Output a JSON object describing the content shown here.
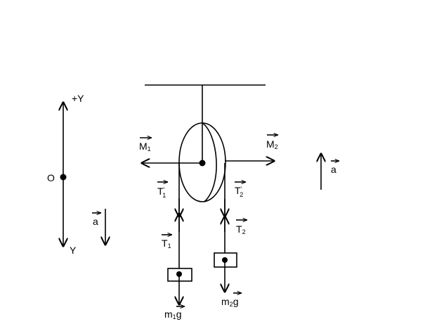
{
  "labels": {
    "plus_y": "+Y",
    "origin": "O",
    "y_axis": "Y",
    "accel": "a",
    "m1_force": "M",
    "m1_sub": "1",
    "m2_force": "M",
    "m2_sub": "2",
    "t1_prime": "T",
    "t1_prime_mark": "'",
    "t1_prime_sub": "1",
    "t2_prime": "T",
    "t2_prime_mark": "'",
    "t2_prime_sub": "2",
    "t1": "T",
    "t1_sub": "1",
    "t2": "T",
    "t2_sub": "2",
    "m1g_m": "m",
    "m1g_sub": "1",
    "m1g_g": "g",
    "m2g_m": "m",
    "m2g_sub": "2",
    "m2g_g": "g"
  }
}
